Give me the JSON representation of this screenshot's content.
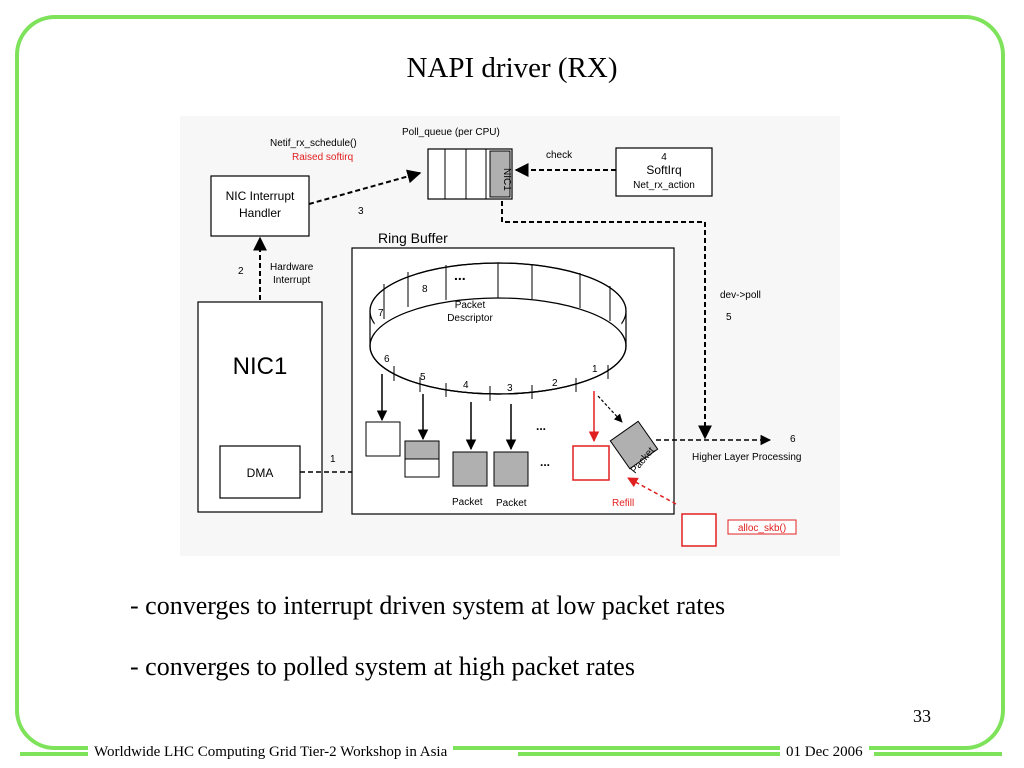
{
  "slide": {
    "title": "NAPI driver (RX)",
    "bullets": [
      "- converges to interrupt driven system at low packet rates",
      "- converges to polled system at high packet rates"
    ],
    "page_number": "33",
    "footer_left": "Worldwide LHC Computing Grid Tier-2 Workshop in Asia",
    "footer_right": "01 Dec 2006"
  },
  "diagram": {
    "netif_rx_schedule": "Netif_rx_schedule()",
    "raised_softirq": "Raised softirq",
    "poll_queue": "Poll_queue (per CPU)",
    "nic1_slot": "NIC1",
    "check": "check",
    "softirq_step": "4",
    "softirq_title": "SoftIrq",
    "softirq_sub": "Net_rx_action",
    "nic_interrupt_line1": "NIC Interrupt",
    "nic_interrupt_line2": "Handler",
    "step3": "3",
    "ring_buffer": "Ring Buffer",
    "step2": "2",
    "hw_interrupt_line1": "Hardware",
    "hw_interrupt_line2": "Interrupt",
    "dev_poll": "dev->poll",
    "step5": "5",
    "nic1": "NIC1",
    "dma": "DMA",
    "step1": "1",
    "ring_slots": [
      "8",
      "7",
      "6",
      "5",
      "4",
      "3",
      "2",
      "1"
    ],
    "ring_ellipsis": "...",
    "packet_descriptor_line1": "Packet",
    "packet_descriptor_line2": "Descriptor",
    "packet_label": "Packet",
    "packet_diamond": "Packet",
    "step6": "6",
    "higher_layer": "Higher Layer Processing",
    "refill": "Refill",
    "alloc_skb": "alloc_skb()",
    "dots": "..."
  },
  "colors": {
    "frame": "#7ee35a",
    "accent_red": "#e02020",
    "packet_gray": "#b0b0b0",
    "diagram_bg": "#f7f7f7"
  }
}
